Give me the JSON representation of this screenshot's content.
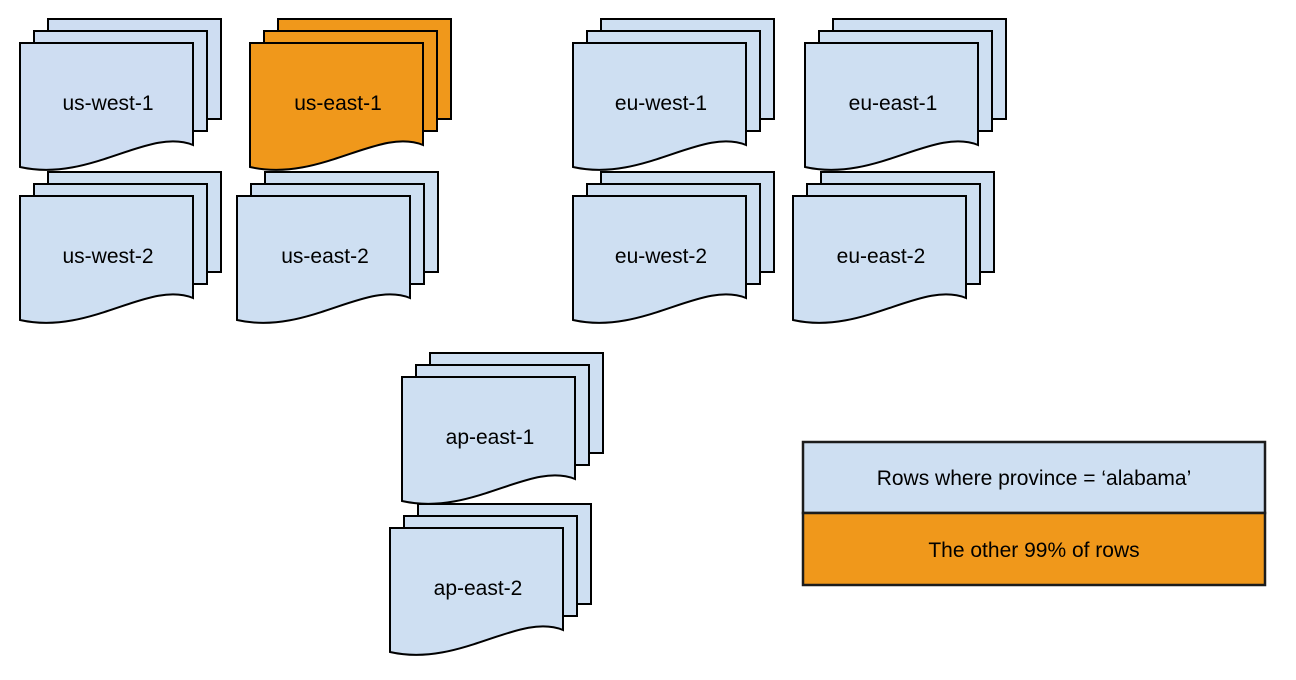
{
  "regions": [
    {
      "id": "us-west-1",
      "label": "us-west-1",
      "fill": "#ceddf2",
      "highlighted": false
    },
    {
      "id": "us-east-1",
      "label": "us-east-1",
      "fill": "#f0981b",
      "highlighted": true
    },
    {
      "id": "eu-west-1",
      "label": "eu-west-1",
      "fill": "#cedff2",
      "highlighted": false
    },
    {
      "id": "eu-east-1",
      "label": "eu-east-1",
      "fill": "#cedff2",
      "highlighted": false
    },
    {
      "id": "us-west-2",
      "label": "us-west-2",
      "fill": "#cedff2",
      "highlighted": false
    },
    {
      "id": "us-east-2",
      "label": "us-east-2",
      "fill": "#cedff2",
      "highlighted": false
    },
    {
      "id": "eu-west-2",
      "label": "eu-west-2",
      "fill": "#cedff2",
      "highlighted": false
    },
    {
      "id": "eu-east-2",
      "label": "eu-east-2",
      "fill": "#cedff2",
      "highlighted": false
    },
    {
      "id": "ap-east-1",
      "label": "ap-east-1",
      "fill": "#cedff2",
      "highlighted": false
    },
    {
      "id": "ap-east-2",
      "label": "ap-east-2",
      "fill": "#cedff2",
      "highlighted": false
    }
  ],
  "legend": {
    "items": [
      {
        "label": "Rows where province = ‘alabama’",
        "color": "#cedff2"
      },
      {
        "label": "The other 99% of rows",
        "color": "#f0981b"
      }
    ]
  },
  "colors": {
    "document_default": "#cedff2",
    "document_highlight": "#f0981b",
    "outline": "#000000",
    "background": "#ffffff"
  }
}
